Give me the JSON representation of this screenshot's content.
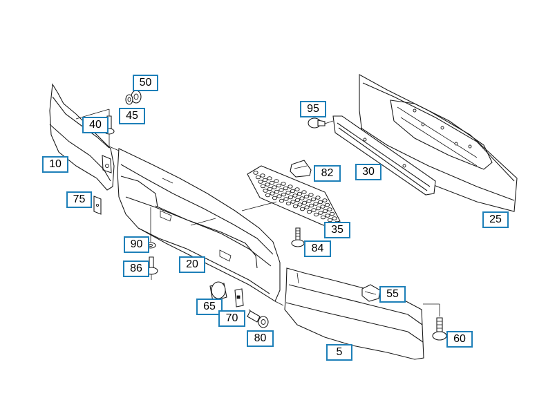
{
  "diagram": {
    "callouts": [
      {
        "id": "c50",
        "label": "50"
      },
      {
        "id": "c45",
        "label": "45"
      },
      {
        "id": "c40",
        "label": "40"
      },
      {
        "id": "c10",
        "label": "10"
      },
      {
        "id": "c75",
        "label": "75"
      },
      {
        "id": "c90",
        "label": "90"
      },
      {
        "id": "c86",
        "label": "86"
      },
      {
        "id": "c20",
        "label": "20"
      },
      {
        "id": "c65",
        "label": "65"
      },
      {
        "id": "c70",
        "label": "70"
      },
      {
        "id": "c80",
        "label": "80"
      },
      {
        "id": "c95",
        "label": "95"
      },
      {
        "id": "c82",
        "label": "82"
      },
      {
        "id": "c30",
        "label": "30"
      },
      {
        "id": "c35",
        "label": "35"
      },
      {
        "id": "c84",
        "label": "84"
      },
      {
        "id": "c25",
        "label": "25"
      },
      {
        "id": "c55",
        "label": "55"
      },
      {
        "id": "c60",
        "label": "60"
      },
      {
        "id": "c5",
        "label": "5"
      }
    ],
    "colors": {
      "callout_border": "#1d7fb8",
      "line_art": "#1a1a1a",
      "background": "#ffffff"
    }
  }
}
